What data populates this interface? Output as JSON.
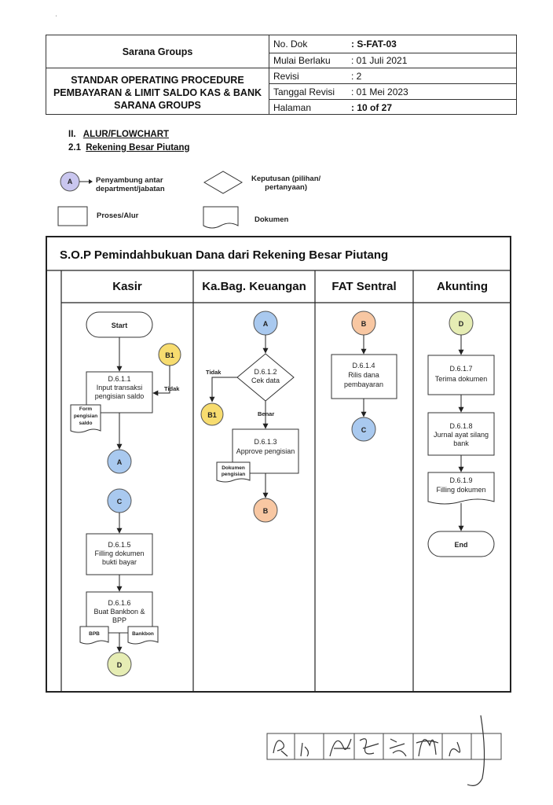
{
  "header": {
    "company": "Sarana Groups",
    "sop_title_1": "STANDAR OPERATING PROCEDURE",
    "sop_title_2": "PEMBAYARAN & LIMIT SALDO KAS & BANK",
    "sop_title_3": "SARANA GROUPS",
    "rows": [
      {
        "label": "No. Dok",
        "value": ": S-FAT-03"
      },
      {
        "label": "Mulai Berlaku",
        "value": ": 01 Juli 2021"
      },
      {
        "label": "Revisi",
        "value": ": 2"
      },
      {
        "label": "Tanggal Revisi",
        "value": ": 01 Mei 2023"
      },
      {
        "label": "Halaman",
        "value": ": 10 of 27"
      }
    ]
  },
  "section": {
    "heading_num": "II.",
    "heading": "ALUR/FLOWCHART",
    "sub_num": "2.1",
    "sub": "Rekening Besar Piutang"
  },
  "legend": {
    "connector_letter": "A",
    "connector_label_1": "Penyambung antar",
    "connector_label_2": "department/jabatan",
    "decision_label_1": "Keputusan (pilihan/",
    "decision_label_2": "pertanyaan)",
    "process_label": "Proses/Alur",
    "document_label": "Dokumen"
  },
  "flowchart": {
    "title": "S.O.P Pemindahbukuan Dana dari Rekening Besar Piutang",
    "lanes": [
      "Kasir",
      "Ka.Bag. Keuangan",
      "FAT Sentral",
      "Akunting"
    ],
    "start": "Start",
    "end": "End",
    "b1": "B1",
    "tidak": "Tidak",
    "benar": "Benar",
    "s611_code": "D.6.1.1",
    "s611_l1": "Input transaksi",
    "s611_l2": "pengisian saldo",
    "doc_form_1": "Form",
    "doc_form_2": "pengisian",
    "doc_form_3": "saldo",
    "s615_code": "D.6.1.5",
    "s615_l1": "Filling dokumen",
    "s615_l2": "bukti bayar",
    "s616_code": "D.6.1.6",
    "s616_l1": "Buat Bankbon &",
    "s616_l2": "BPP",
    "doc_bpb": "BPB",
    "doc_bankbon": "Bankbon",
    "s612_code": "D.6.1.2",
    "s612_l1": "Cek data",
    "s613_code": "D.6.1.3",
    "s613_l1": "Approve pengisian",
    "doc_dok_1": "Dokumen",
    "doc_dok_2": "pengisian",
    "s614_code": "D.6.1.4",
    "s614_l1": "Rilis dana",
    "s614_l2": "pembayaran",
    "s617_code": "D.6.1.7",
    "s617_l1": "Terima dokumen",
    "s618_code": "D.6.1.8",
    "s618_l1": "Jurnal ayat silang",
    "s618_l2": "bank",
    "s619_code": "D.6.1.9",
    "s619_l1": "Filling dokumen",
    "conn_a": "A",
    "conn_b": "B",
    "conn_c": "C",
    "conn_d": "D"
  },
  "colors": {
    "purple": "#c9c6ef",
    "yellow": "#f7dc6f",
    "blue": "#a9c9ef",
    "orange": "#f8c7a2",
    "green": "#e6edb4"
  }
}
